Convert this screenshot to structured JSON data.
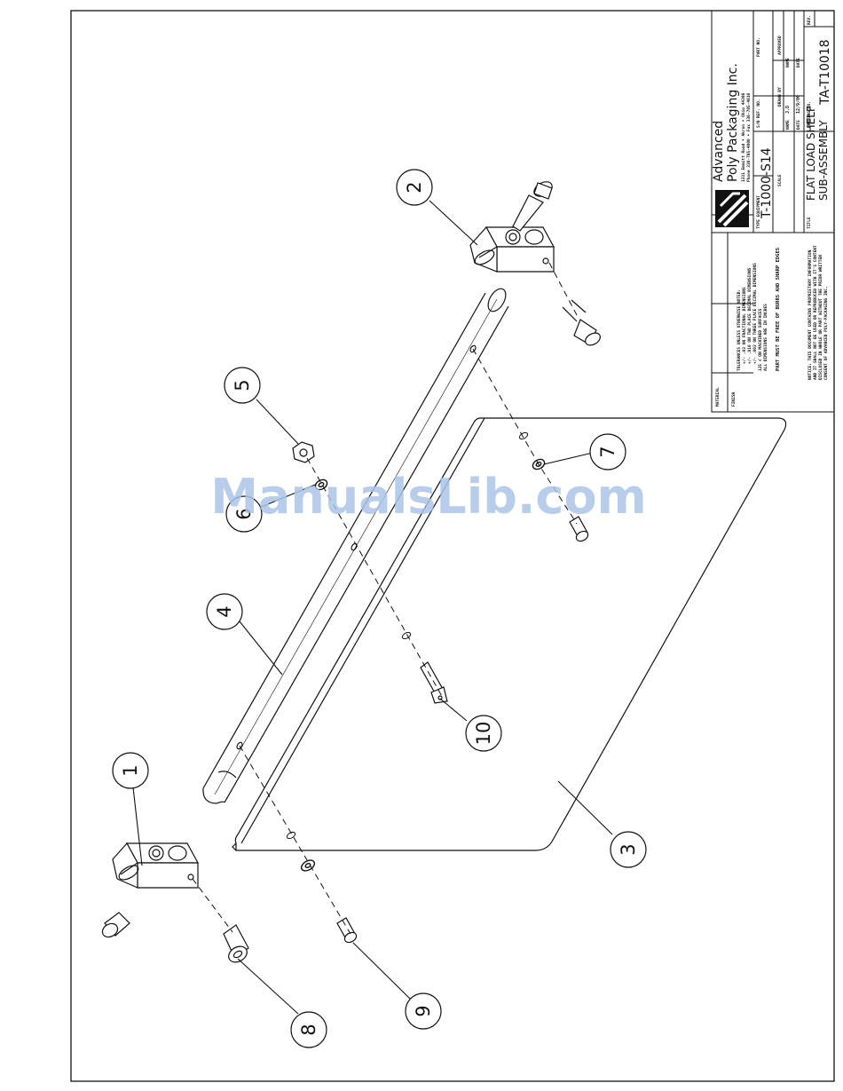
{
  "watermark": "ManualsLib.com",
  "callouts": [
    "1",
    "2",
    "3",
    "4",
    "5",
    "6",
    "7",
    "8",
    "9",
    "10"
  ],
  "title_block": {
    "company_line1": "Advanced",
    "company_line2": "Poly Packaging Inc.",
    "company_address": "1331 Emmitt Road  •  Akron  •  Ohio 44306",
    "company_phone": "Phone 330-785-4000  •  Fax 330-785-4010",
    "material_label": "MATERIAL",
    "finish_label": "FINISH",
    "tolerances_heading": "TOLERANCES UNLESS OTHERWISE NOTED:",
    "tol_fractional": "+/- .03 ON FRACTIONAL DIMENSIONS",
    "tol_two_place": "+/- .010 ON TWO PLACE DECIMAL DIMENSIONS",
    "tol_three_place": "+/- .003 ON THREE PLACE DECIMAL DIMENSIONS",
    "tol_surfaces": "125 √ ON MACHINED SURFACES",
    "inches_note": "ALL DIMENSIONS ARE IN INCHES",
    "burrs_note": "PART MUST BE FREE OF BURRS AND SHARP EDGES",
    "notice_1": "NOTICE: THIS DOCUMENT CONTAINS PROPRIETARY INFORMATION",
    "notice_2": "AND IT SHALL NOT BE USED OR REPRODUCED WITH IT'S CONTENT",
    "notice_3": "DISCLOSED IN WHOLE OR PART WITHOUT THE PRIOR WRITTEN",
    "notice_4": "CONSENT OF ADVANCED POLY-PACKAGING INC.",
    "type_equipment_label": "TYPE EQUIPMENT",
    "type_equipment": "T-1000-S14",
    "ref_no_label": "S/N REF. NO.",
    "part_no_label": "PART NO.",
    "scale_label": "SCALE",
    "drawn_by_label": "DRAWN BY",
    "approved_label": "APPROVED",
    "name_label": "NAME",
    "drawn_name": "J.D",
    "date_label": "DATE",
    "drawn_date": "12/9/00",
    "title_label": "TITLE",
    "title_line1": "FLAT LOAD SHELF",
    "title_line2": "SUB-ASSEMBLY",
    "drawing_no_label": "DRAWING NO.",
    "drawing_no": "TA-T10018",
    "rev_label": "REV."
  }
}
